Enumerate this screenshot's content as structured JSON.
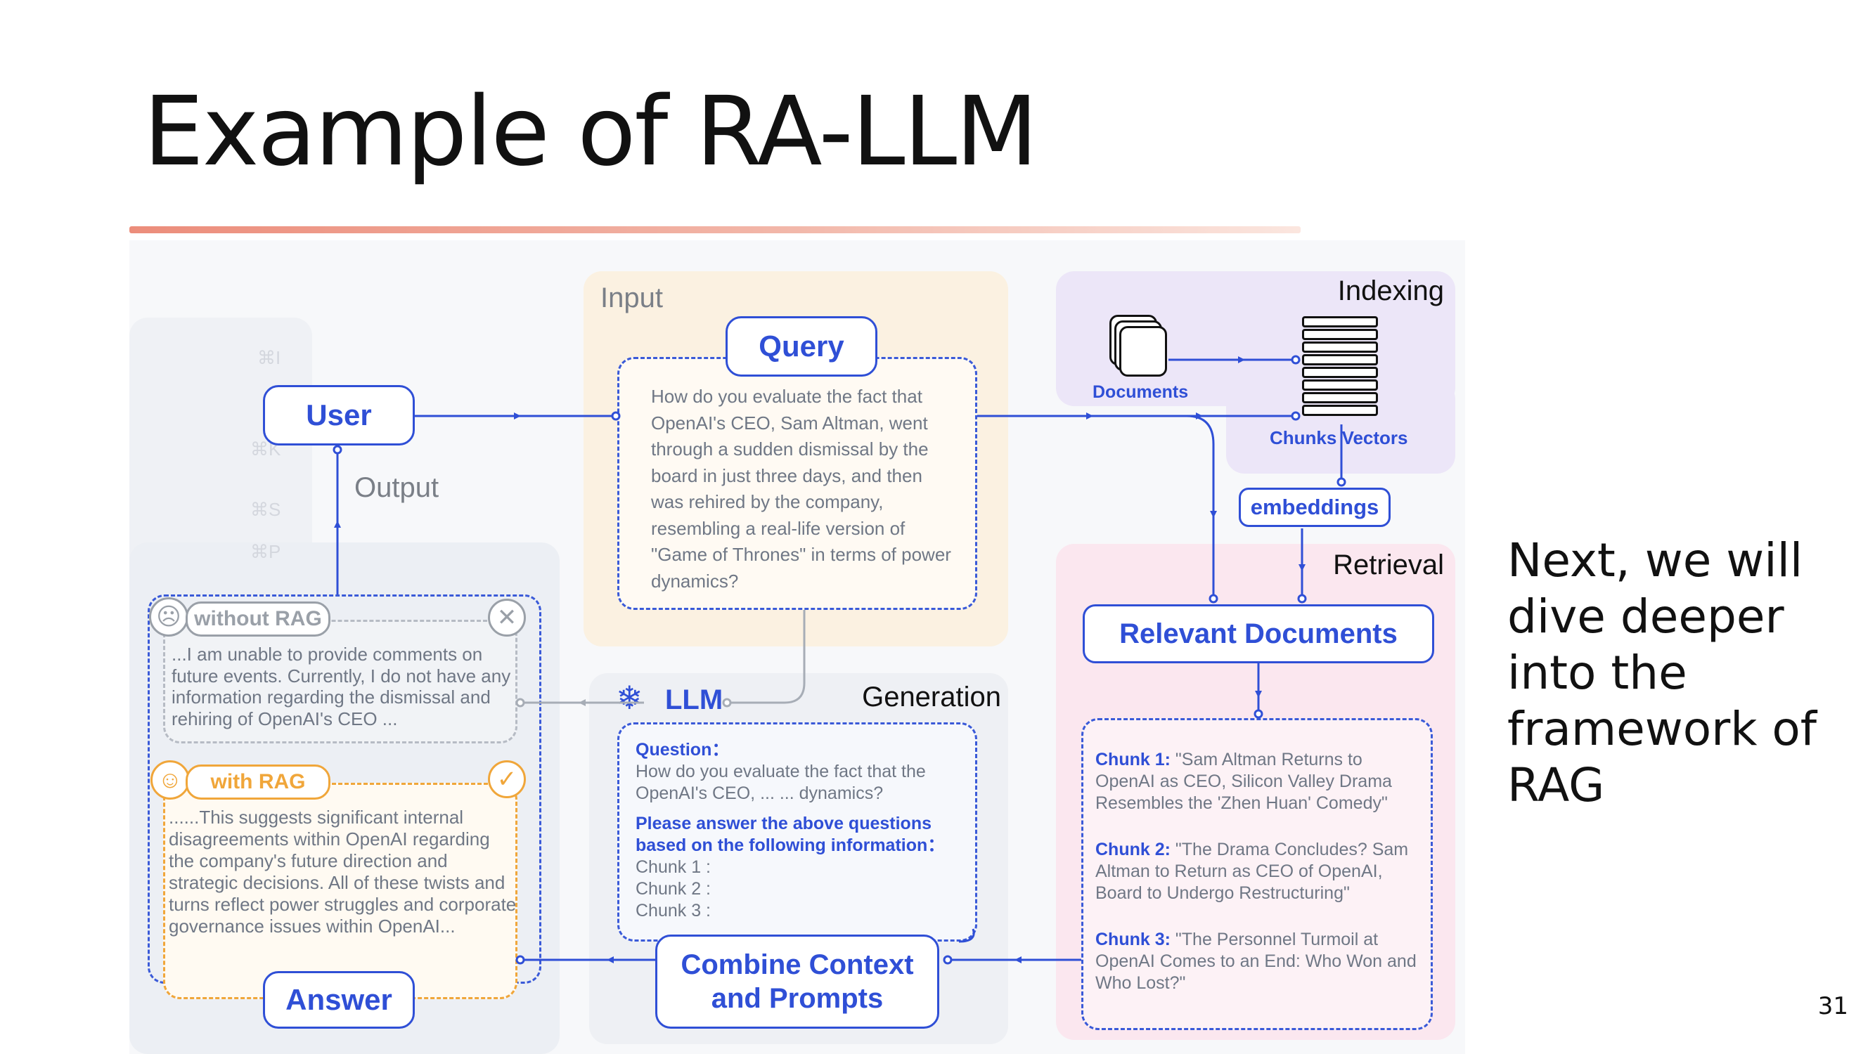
{
  "slide": {
    "title": "Example of RA-LLM",
    "side_text": "Next, we will dive deeper into the framework of RAG",
    "page_number": "31"
  },
  "diagram": {
    "input_label": "Input",
    "output_label": "Output",
    "indexing_label": "Indexing",
    "retrieval_label": "Retrieval",
    "generation_label": "Generation",
    "user": "User",
    "query": "Query",
    "query_text": "How do you evaluate the fact that OpenAI's CEO, Sam Altman, went through a sudden dismissal by the board in just three days, and then was rehired by the company, resembling a real-life version of \"Game of Thrones\" in terms of power dynamics?",
    "documents": "Documents",
    "chunks_vectors": "Chunks Vectors",
    "embeddings": "embeddings",
    "relevant_documents": "Relevant Documents",
    "chunks": [
      {
        "label": "Chunk 1:",
        "text": " \"Sam Altman Returns to OpenAI as CEO, Silicon Valley Drama Resembles the 'Zhen Huan' Comedy\""
      },
      {
        "label": "Chunk 2:",
        "text": " \"The Drama Concludes? Sam Altman to Return as CEO of OpenAI, Board to Undergo Restructuring\""
      },
      {
        "label": "Chunk 3:",
        "text": " \"The Personnel Turmoil at OpenAI Comes to an End: Who Won and Who Lost?\""
      }
    ],
    "llm": "LLM",
    "prompt": {
      "question_label": "Question：",
      "question_text": "How do you evaluate the fact that the OpenAI's CEO, ... ... dynamics?",
      "instruction": "Please answer the above questions based on the following information：",
      "chunk_lines": [
        "Chunk 1 :",
        "Chunk 2 :",
        "Chunk 3 :"
      ]
    },
    "combine": "Combine Context and Prompts",
    "answer": "Answer",
    "without_rag": {
      "label": "without RAG",
      "text": "...I am unable to provide comments on future events. Currently, I do not have any information regarding the dismissal and rehiring of OpenAI's CEO ..."
    },
    "with_rag": {
      "label": "with RAG",
      "text": "......This suggests significant internal disagreements within OpenAI regarding the company's future direction and strategic decisions. All of these twists and turns reflect power struggles and corporate governance issues within OpenAI..."
    },
    "faded_shortcuts": [
      "⌘I",
      "⌘K",
      "⌘S",
      "⌘P"
    ]
  },
  "colors": {
    "accent_blue": "#2f4fd6",
    "input_panel": "#fbf1e1",
    "indexing_panel": "#ece6f8",
    "retrieval_panel": "#fbe7ef",
    "generation_panel": "#eef0f4",
    "with_rag_orange": "#f0a63a",
    "title_rule": "#ec8d7b"
  }
}
